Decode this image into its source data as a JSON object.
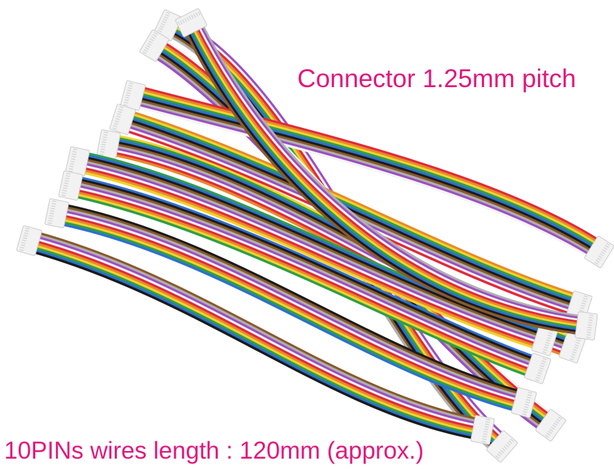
{
  "image": {
    "subject": "bundle of multicolor ribbon wire cables with white 10-pin connectors at both ends",
    "background_color": "#ffffff",
    "wire_colors": [
      "#9b4fc4",
      "#ffffff",
      "#e02a3a",
      "#e88a2a",
      "#f1d22e",
      "#2f9e4a",
      "#2f6fd0",
      "#1a1a1a",
      "#8a5a2b",
      "#b0b0b0"
    ],
    "connector_color": "#f2f2f2"
  },
  "captions": {
    "top": "Connector 1.25mm pitch",
    "bottom": "10PINs wires length : 120mm (approx.)",
    "color": "#e0197d"
  }
}
